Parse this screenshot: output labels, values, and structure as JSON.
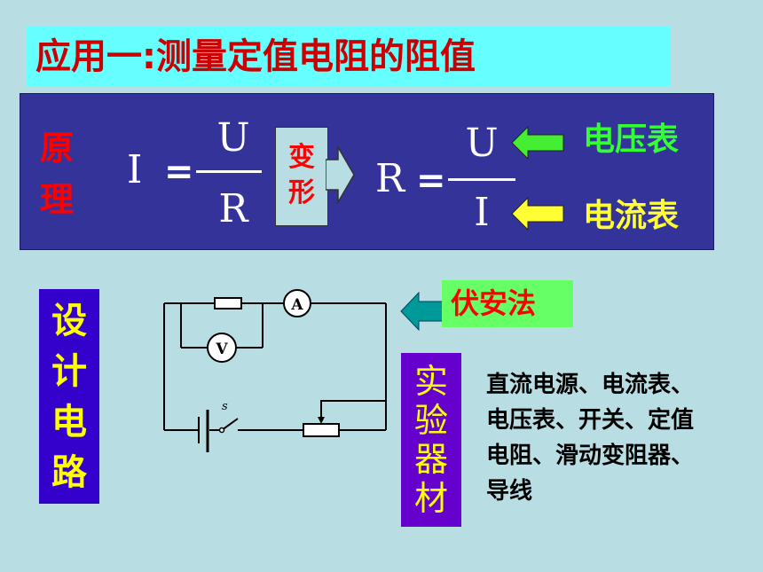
{
  "title": "应用一:测量定值电阻的阻值",
  "principle": {
    "label_chars": [
      "原",
      "理"
    ],
    "formula1": {
      "lhs": "I",
      "eq": "=",
      "numerator": "U",
      "denominator": "R"
    },
    "transform_chars": [
      "变",
      "形"
    ],
    "formula2": {
      "lhs": "R",
      "eq": "=",
      "numerator": "U",
      "denominator": "I"
    },
    "voltmeter_label": "电压表",
    "ammeter_label": "电流表",
    "arrow_green_color": "#44ee33",
    "arrow_yellow_color": "#ffff33"
  },
  "design": {
    "label_chars": [
      "设",
      "计",
      "电",
      "路"
    ]
  },
  "circuit": {
    "ammeter_symbol": "A",
    "voltmeter_symbol": "V",
    "switch_symbol": "s"
  },
  "method": {
    "label": "伏安法",
    "arrow_color": "#009999"
  },
  "materials": {
    "label_chars": [
      "实",
      "验",
      "器",
      "材"
    ],
    "lines": [
      "直流电源、电流表、",
      "电压表、开关、定值",
      "电阻、滑动变阻器、",
      "导线"
    ]
  }
}
